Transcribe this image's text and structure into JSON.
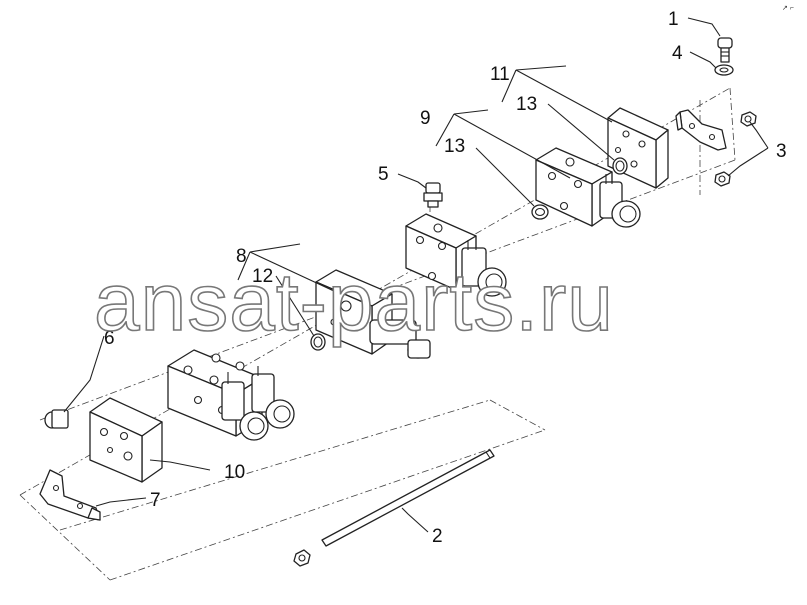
{
  "callouts": {
    "c1": "1",
    "c2": "2",
    "c3": "3",
    "c4": "4",
    "c5": "5",
    "c6": "6",
    "c7": "7",
    "c8": "8",
    "c9": "9",
    "c10": "10",
    "c11": "11",
    "c12": "12",
    "c13a": "13",
    "c13b": "13"
  },
  "watermark": "ansat-parts.ru",
  "corner_mark": "↗ ⌐"
}
